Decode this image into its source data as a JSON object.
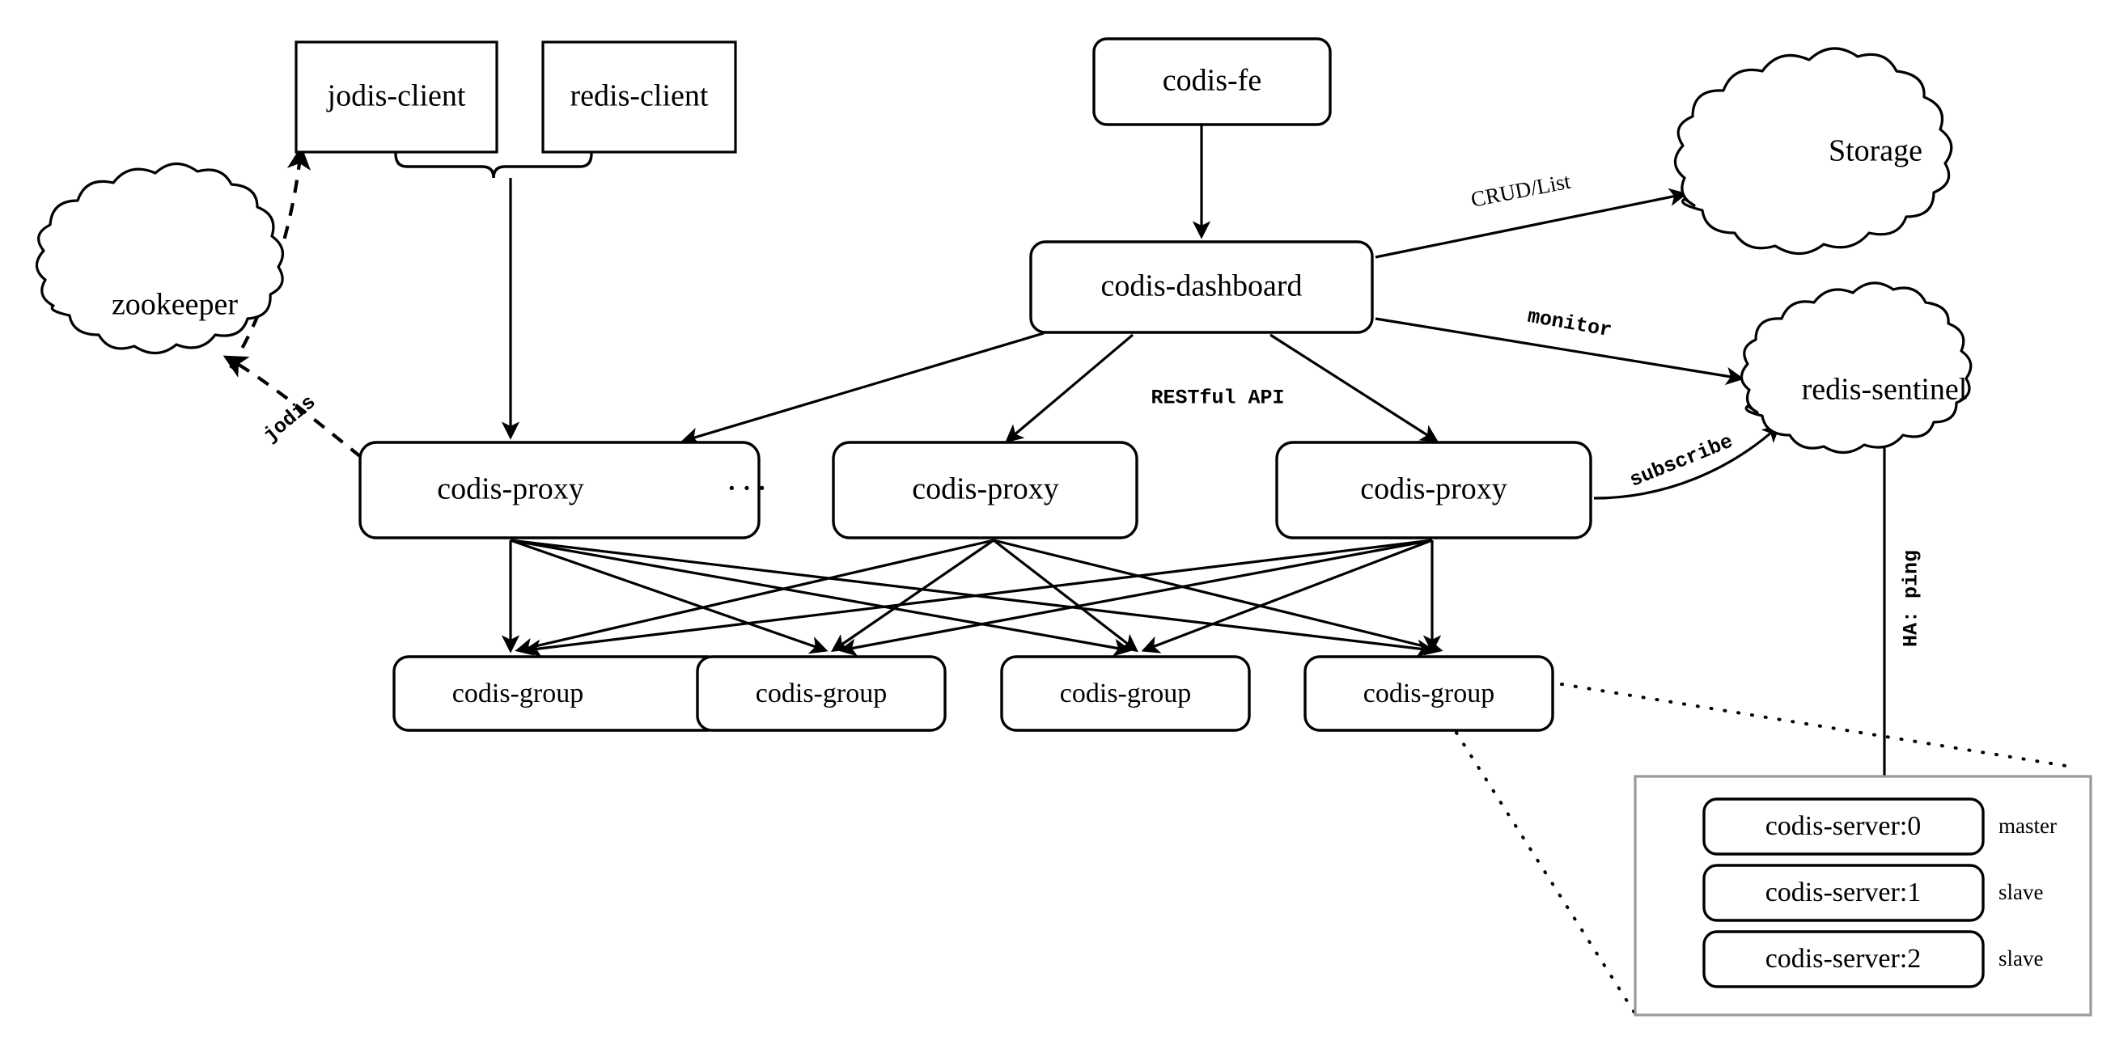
{
  "diagram": {
    "title": "Codis architecture",
    "colors": {
      "stroke": "#000000",
      "outer_box_stroke": "#999999",
      "background": "#ffffff"
    }
  },
  "nodes": {
    "jodis_client": {
      "label": "jodis-client"
    },
    "redis_client": {
      "label": "redis-client"
    },
    "zookeeper": {
      "label": "zookeeper"
    },
    "codis_fe": {
      "label": "codis-fe"
    },
    "codis_dashboard": {
      "label": "codis-dashboard"
    },
    "storage": {
      "label": "Storage"
    },
    "redis_sentinel": {
      "label": "redis-sentinel"
    },
    "proxies": [
      {
        "label": "codis-proxy"
      },
      {
        "label": "codis-proxy"
      },
      {
        "label": "codis-proxy"
      }
    ],
    "proxy_ellipsis": {
      "label": "···"
    },
    "groups": [
      {
        "label": "codis-group"
      },
      {
        "label": "codis-group"
      },
      {
        "label": "codis-group"
      },
      {
        "label": "codis-group"
      }
    ],
    "servers": [
      {
        "label": "codis-server:0",
        "role": "master"
      },
      {
        "label": "codis-server:1",
        "role": "slave"
      },
      {
        "label": "codis-server:2",
        "role": "slave"
      }
    ]
  },
  "edge_labels": {
    "jodis": "jodis",
    "crud_list": "CRUD/List",
    "monitor": "monitor",
    "restful_api": "RESTful API",
    "subscribe": "subscribe",
    "ha_ping": "HA: ping"
  }
}
